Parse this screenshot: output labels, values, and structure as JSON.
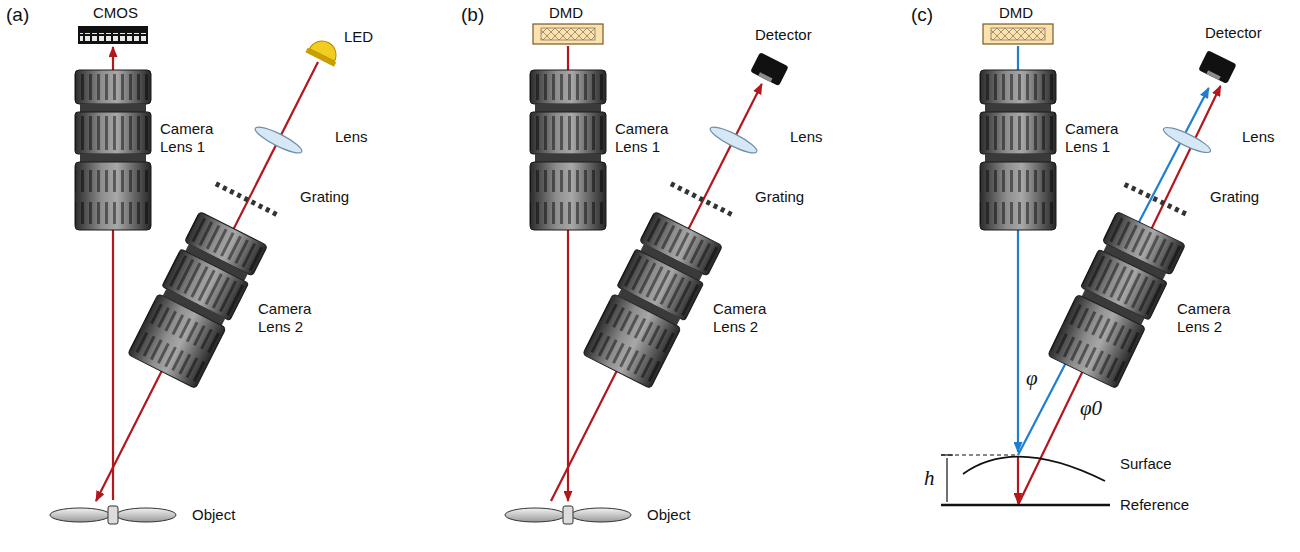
{
  "diagram": {
    "labels": [
      "(a)",
      "CMOS",
      "Camera Lens 1",
      "LED",
      "Lens",
      "Grating",
      "Camera Lens 2",
      "Object",
      "(b)",
      "DMD",
      "Camera Lens 1",
      "Detector",
      "Lens",
      "Grating",
      "Camera Lens 2",
      "Object",
      "(c)",
      "DMD",
      "Camera Lens 1",
      "Detector",
      "Lens",
      "Grating",
      "φ",
      "Camera Lens 2",
      "φ0",
      "Surface",
      "h",
      "Reference"
    ]
  }
}
